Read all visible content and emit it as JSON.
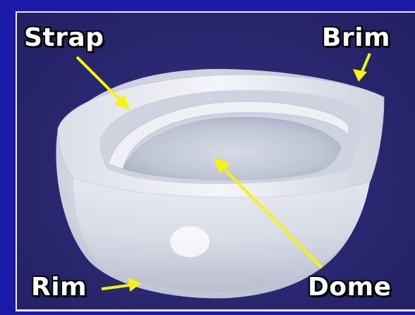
{
  "labels": {
    "strap": "Strap",
    "brim": "Brim",
    "rim": "Rim",
    "dome": "Dome"
  },
  "colors": {
    "background": "#1b1aa8",
    "panel": "#2a2770",
    "arrow": "#f5f50a",
    "label_text": "#ffffff"
  },
  "icons": {
    "arrows": "yellow-pointer-arrows"
  }
}
